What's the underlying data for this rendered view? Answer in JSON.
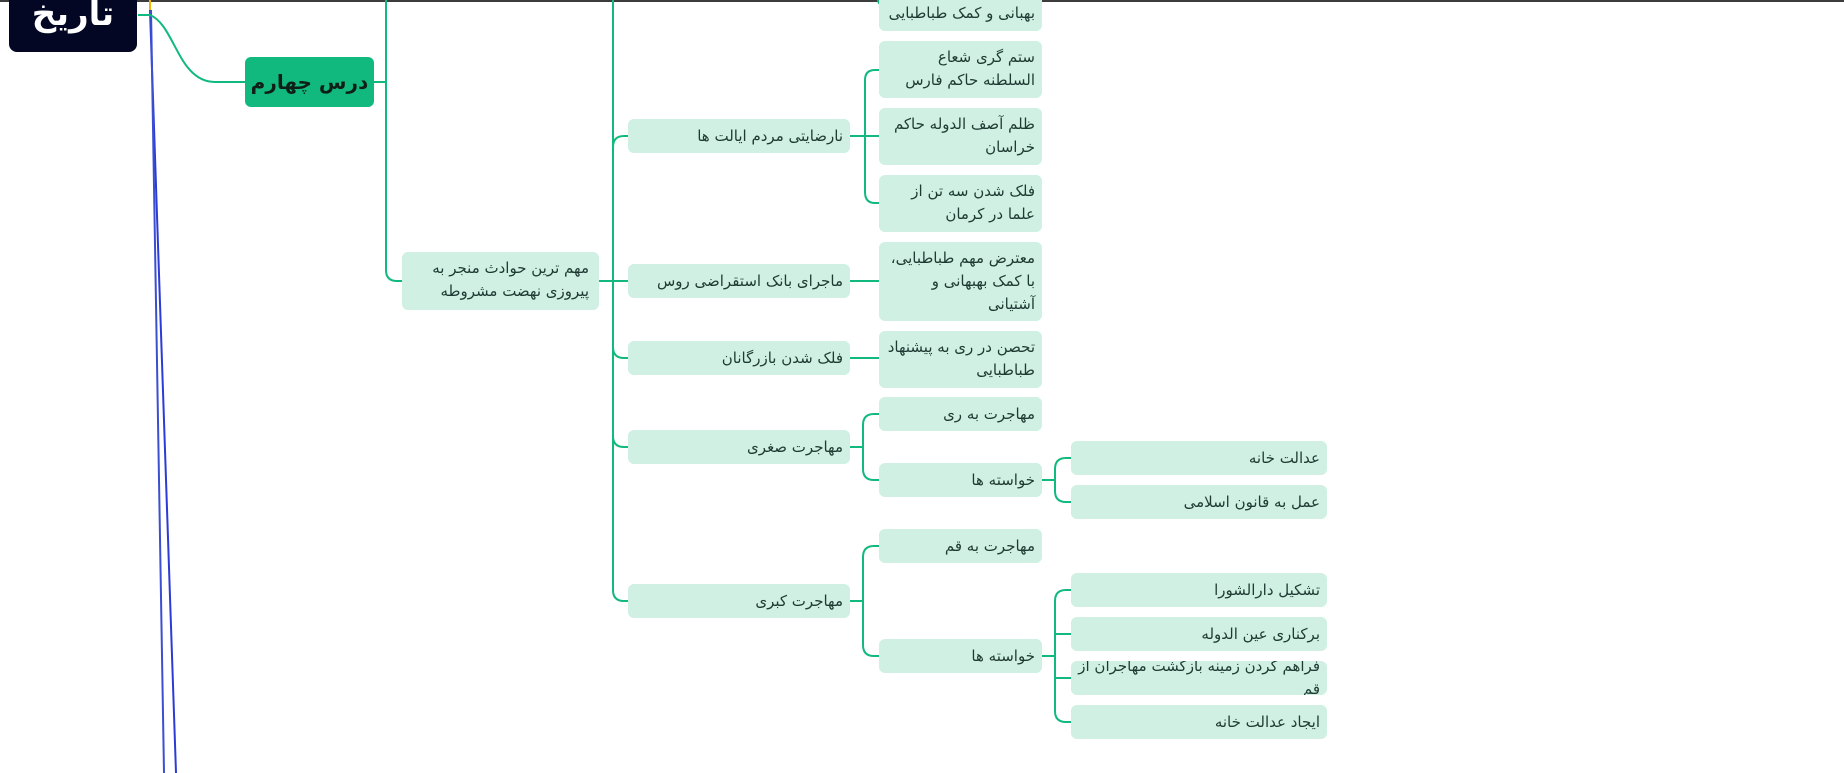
{
  "colors": {
    "background": "#ffffff",
    "root_fill": "#040724",
    "lesson_fill": "#12b97e",
    "node_fill": "#cff0e3",
    "branch_line": "#12b97e",
    "blue_line": "#3b4fd0",
    "yellow_line": "#f2b705"
  },
  "mindmap": {
    "root": "تاریخ",
    "lesson": "درس چهارم",
    "topic": "مهم ترین حوادث منجر به پیروزی نهضت مشروطه",
    "partial_top_leaf": "بهبانی و کمک طباطبایی",
    "branches": [
      {
        "label": "نارضایتی مردم ایالت ها",
        "children": [
          {
            "label": "ستم گری شعاع السلطنه حاکم فارس"
          },
          {
            "label": "ظلم آصف الدوله حاکم خراسان"
          },
          {
            "label": "فلک شدن سه تن از علما در کرمان"
          }
        ]
      },
      {
        "label": "ماجرای بانک استقراضی روس",
        "children": [
          {
            "label": "معترض مهم طباطبایی، با کمک بهبهانی و آشتیانی"
          }
        ]
      },
      {
        "label": "فلک شدن بازرگانان",
        "children": [
          {
            "label": "تحصن در ری به پیشنهاد طباطبایی"
          }
        ]
      },
      {
        "label": "مهاجرت صغری",
        "children": [
          {
            "label": "مهاجرت به ری"
          },
          {
            "label": "خواسته ها",
            "children": [
              {
                "label": "عدالت خانه"
              },
              {
                "label": "عمل به قانون اسلامی"
              }
            ]
          }
        ]
      },
      {
        "label": "مهاجرت کبری",
        "children": [
          {
            "label": "مهاجرت به قم"
          },
          {
            "label": "خواسته ها",
            "children": [
              {
                "label": "تشکیل دارالشورا"
              },
              {
                "label": "برکناری عین الدوله"
              },
              {
                "label": "فراهم کردن زمینه بازگشت مهاجران از قم"
              },
              {
                "label": "ایجاد عدالت خانه"
              }
            ]
          }
        ]
      }
    ]
  }
}
